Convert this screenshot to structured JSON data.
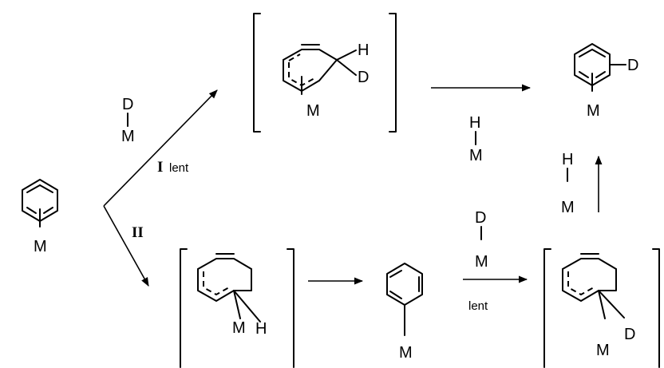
{
  "atoms": {
    "metal": "M",
    "deuterium": "D",
    "hydrogen": "H"
  },
  "routes": {
    "route_I": "I",
    "route_I_rate": "lent",
    "route_II": "II",
    "lower_rate": "lent"
  }
}
